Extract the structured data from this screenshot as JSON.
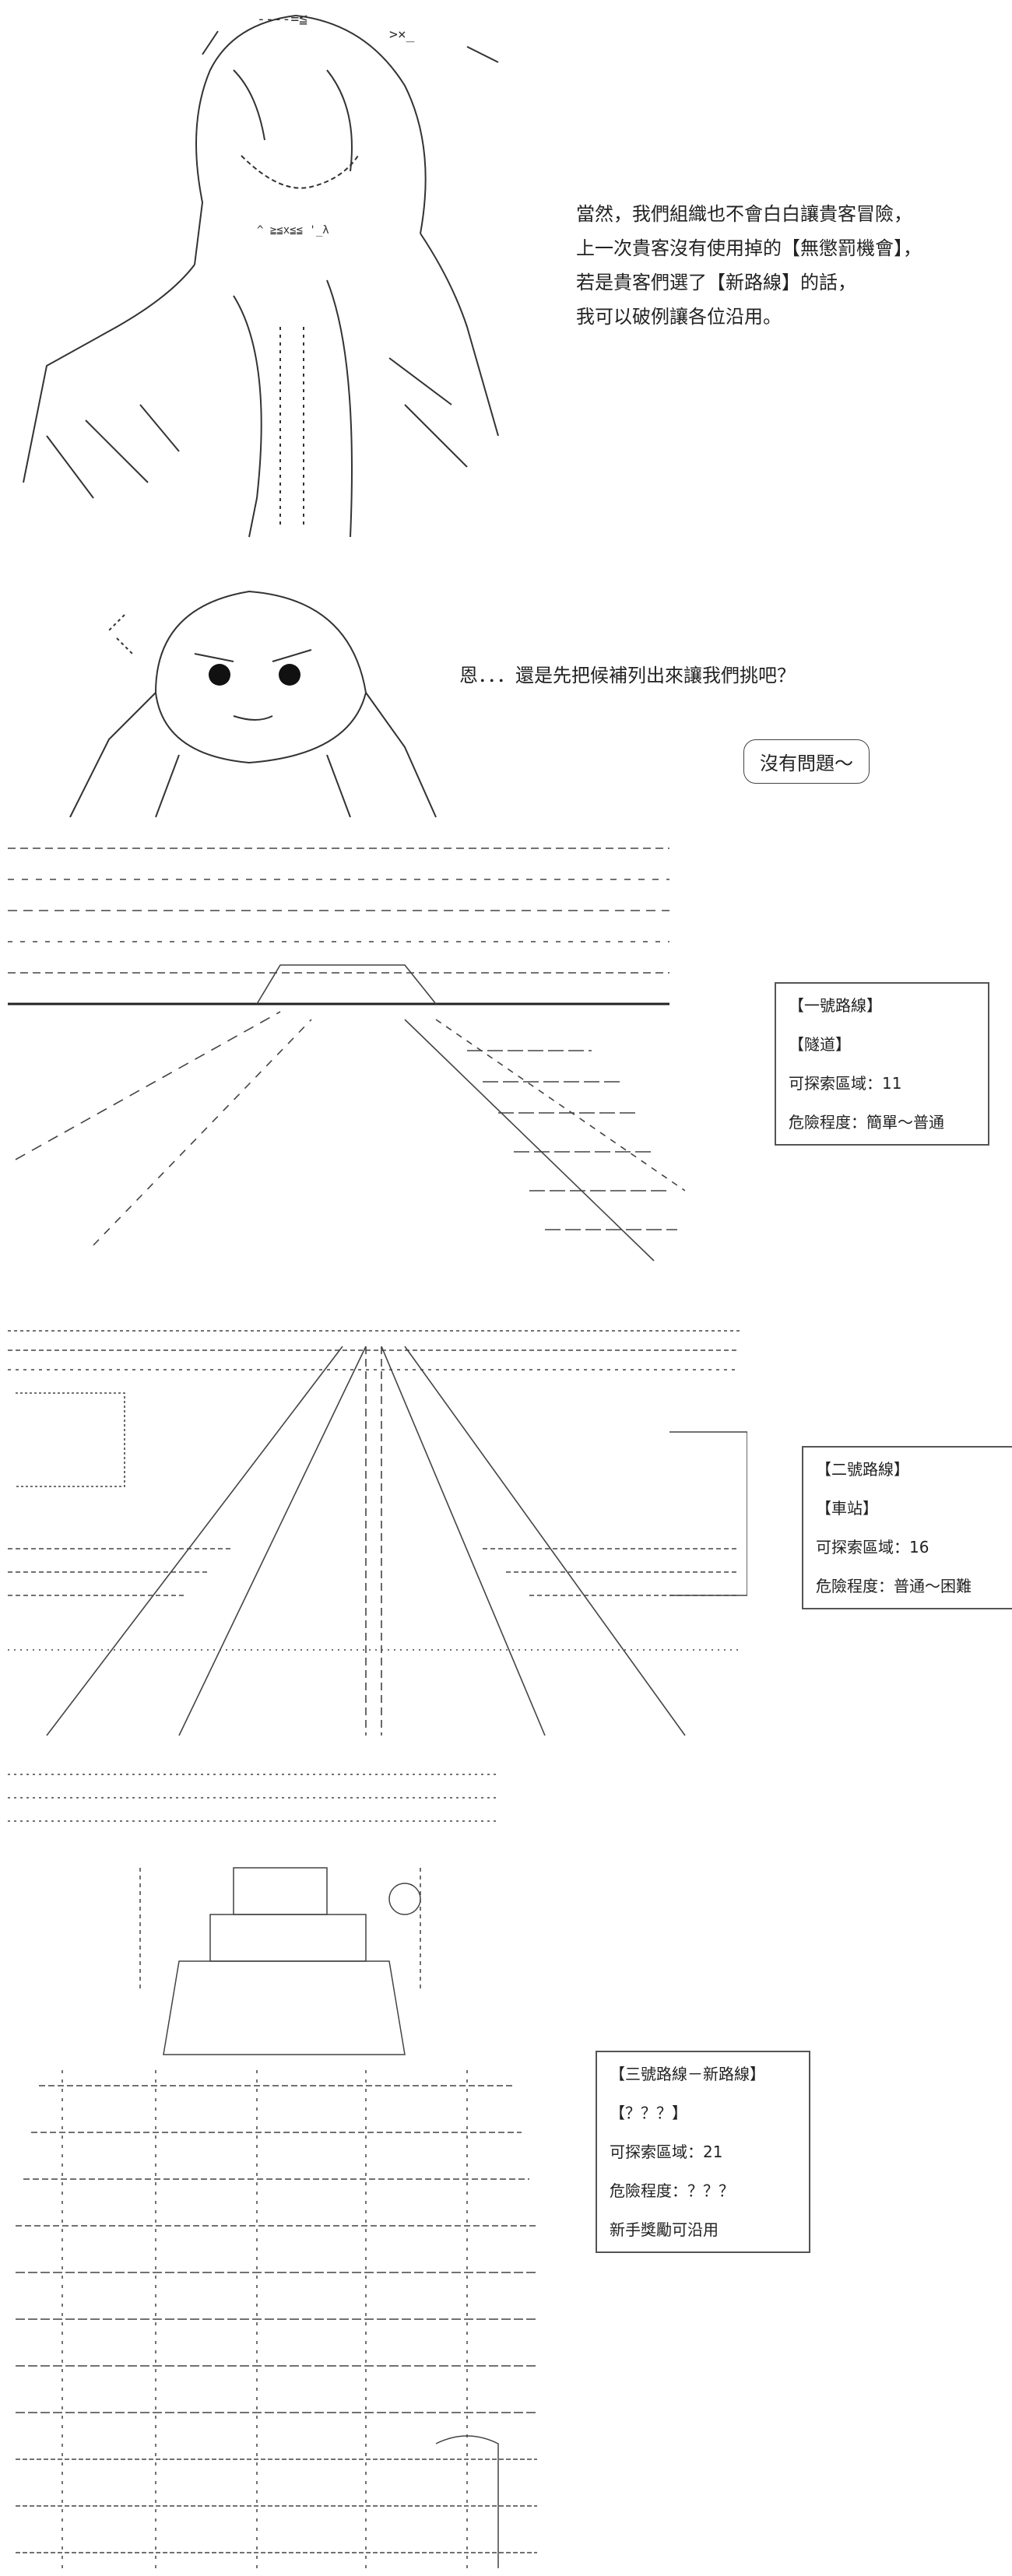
{
  "scene1": {
    "narration": [
      "當然，我們組織也不會白白讓貴客冒險，",
      "上一次貴客沒有使用掉的【無懲罰機會】，",
      "若是貴客們選了【新路線】的話，",
      "我可以破例讓各位沿用。"
    ]
  },
  "scene2": {
    "dialogue": "恩．．．還是先把候補列出來讓我們挑吧？",
    "bubble": "沒有問題～"
  },
  "routes": [
    {
      "title": "【一號路線】",
      "place": "【隧道】",
      "area": "可探索區域：11",
      "danger": "危險程度：簡單～普通"
    },
    {
      "title": "【二號路線】",
      "place": "【車站】",
      "area": "可探索區域：16",
      "danger": "危險程度：普通～困難"
    },
    {
      "title": "【三號路線－新路線】",
      "place": "【？？？】",
      "area": "可探索區域：21",
      "danger": "危險程度：？？？",
      "bonus": "新手獎勵可沿用"
    }
  ]
}
